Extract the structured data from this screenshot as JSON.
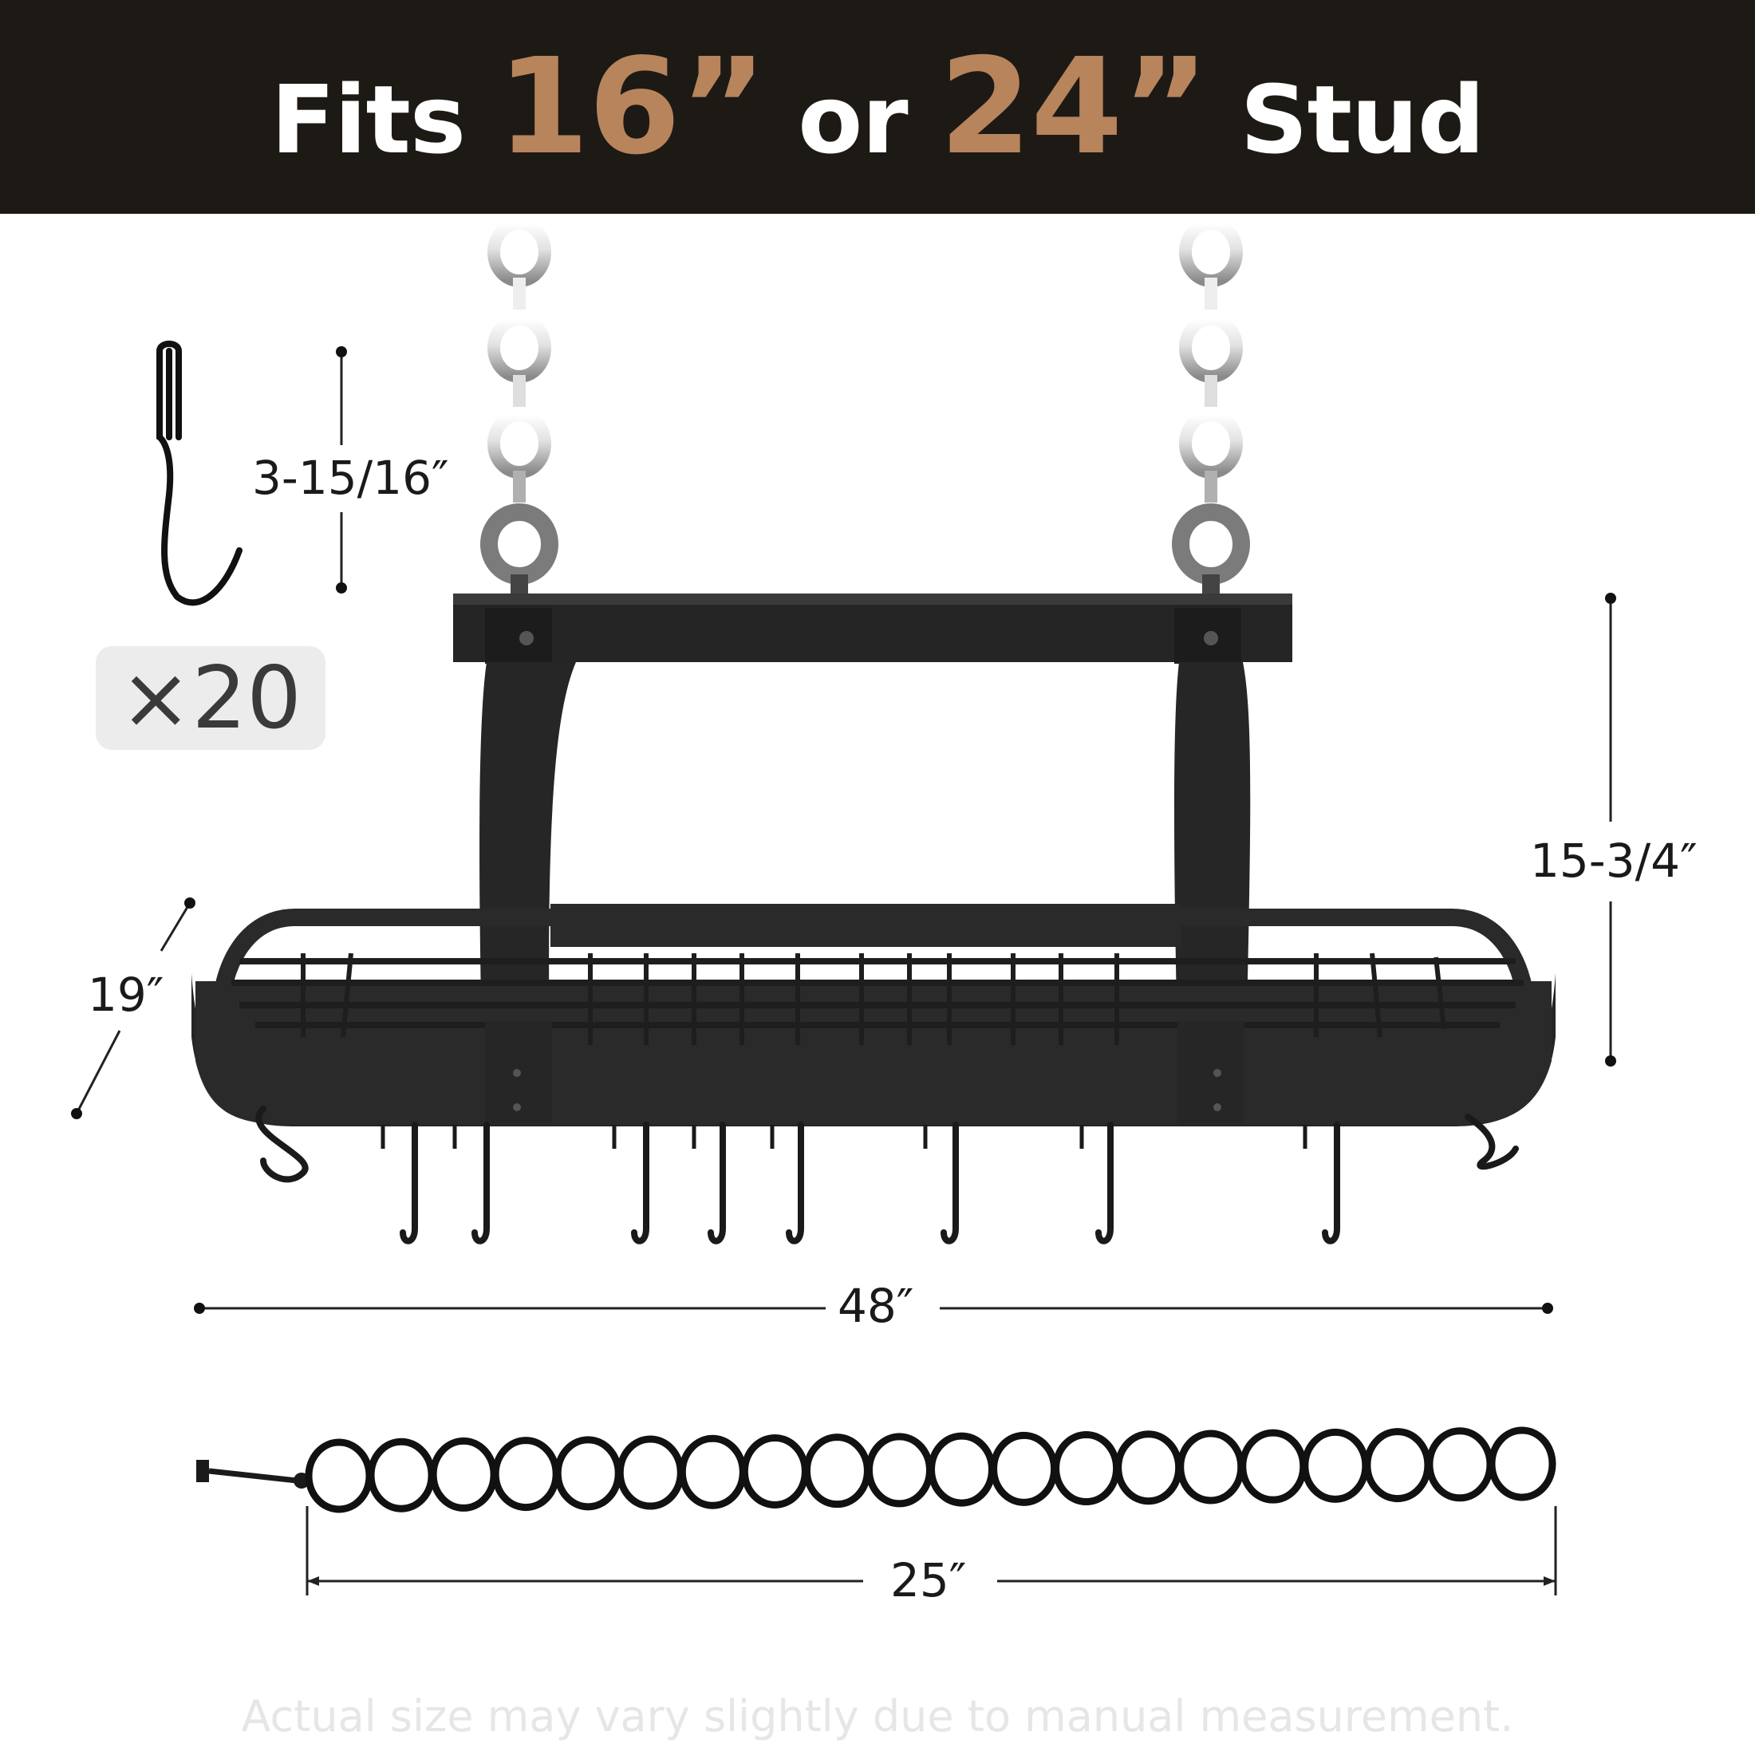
{
  "banner": {
    "word_fits": "Fits",
    "size_16": "16”",
    "word_or": "or",
    "size_24": "24”",
    "word_stud": "Stud"
  },
  "colors": {
    "banner_bg": "#1d1a16",
    "accent": "#b8845c",
    "rack": "#2a2a2a"
  },
  "hook": {
    "length_label": "3-15/16″",
    "quantity_label": "×20",
    "icon": "s-hook-icon"
  },
  "rack": {
    "depth_label": "19″",
    "height_label": "15-3/4″",
    "width_label": "48″",
    "icon": "pot-rack-icon"
  },
  "chain": {
    "length_label": "25″",
    "icon": "chain-icon"
  },
  "footer": {
    "disclaimer": "Actual size may vary slightly due to manual measurement."
  }
}
